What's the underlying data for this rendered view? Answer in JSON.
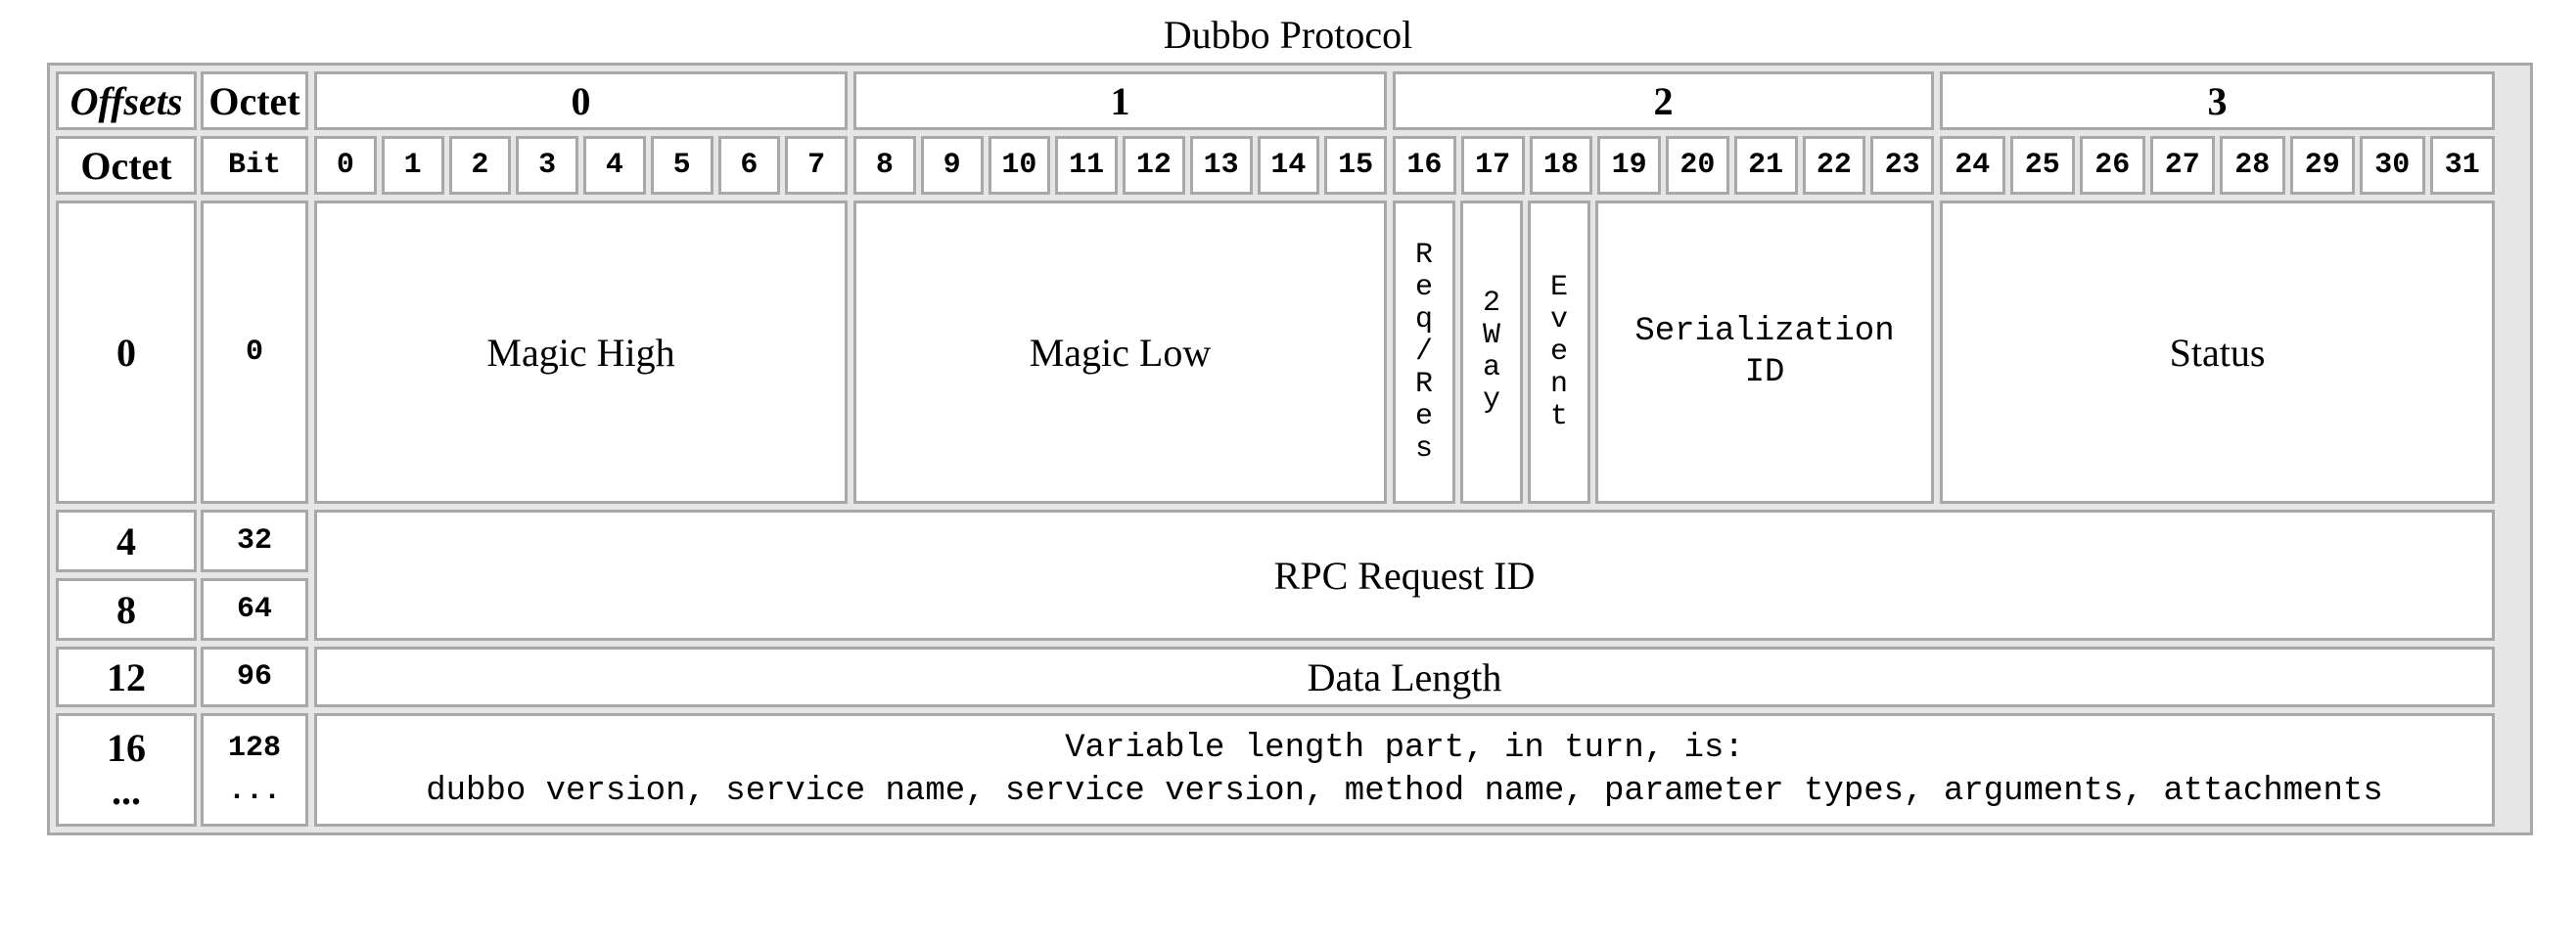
{
  "title": "Dubbo Protocol",
  "header": {
    "offsets_label": "Offsets",
    "octet_label": "Octet",
    "row_octet_label": "Octet",
    "bit_label": "Bit",
    "byte_groups": [
      "0",
      "1",
      "2",
      "3"
    ],
    "bits": [
      "0",
      "1",
      "2",
      "3",
      "4",
      "5",
      "6",
      "7",
      "8",
      "9",
      "10",
      "11",
      "12",
      "13",
      "14",
      "15",
      "16",
      "17",
      "18",
      "19",
      "20",
      "21",
      "22",
      "23",
      "24",
      "25",
      "26",
      "27",
      "28",
      "29",
      "30",
      "31"
    ]
  },
  "rows": [
    {
      "octet": "0",
      "bit": "0"
    },
    {
      "octet": "4",
      "bit": "32"
    },
    {
      "octet": "8",
      "bit": "64"
    },
    {
      "octet": "12",
      "bit": "96"
    },
    {
      "octet": "16",
      "octet_more": "...",
      "bit": "128",
      "bit_more": "..."
    }
  ],
  "fields": {
    "magic_high": "Magic High",
    "magic_low": "Magic Low",
    "req_res": "R\ne\nq\n/\nR\ne\ns",
    "two_way": "2\nW\na\ny",
    "event": "E\nv\ne\nn\nt",
    "serialization_id": "Serialization\nID",
    "status": "Status",
    "rpc_request_id": "RPC Request ID",
    "data_length": "Data Length",
    "variable_part_line1": "Variable length part, in turn, is:",
    "variable_part_line2": "dubbo version, service name, service version, method name, parameter types, arguments, attachments"
  }
}
